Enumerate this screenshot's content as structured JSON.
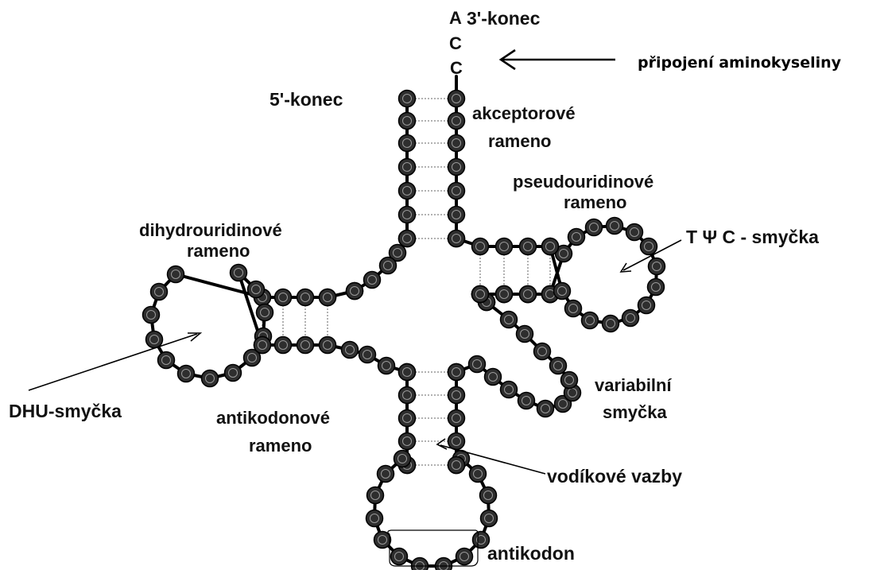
{
  "labels": {
    "end3": "3'-konec",
    "amino": "připojení aminokyseliny",
    "end5": "5'-konec",
    "acceptor_l1": "akceptorové",
    "acceptor_l2": "rameno",
    "pseudo_l1": "pseudouridinové",
    "pseudo_l2": "rameno",
    "tpsic": "T Ψ C - smyčka",
    "dihydro_l1": "dihydrouridinové",
    "dihydro_l2": "rameno",
    "dhu": "DHU-smyčka",
    "variabilni_l1": "variabilní",
    "variabilni_l2": "smyčka",
    "antikodonove_l1": "antikodonové",
    "antikodonove_l2": "rameno",
    "vodikove": "vodíkové vazby",
    "antikodon": "antikodon"
  },
  "bases_3prime": [
    "A",
    "C",
    "C"
  ]
}
